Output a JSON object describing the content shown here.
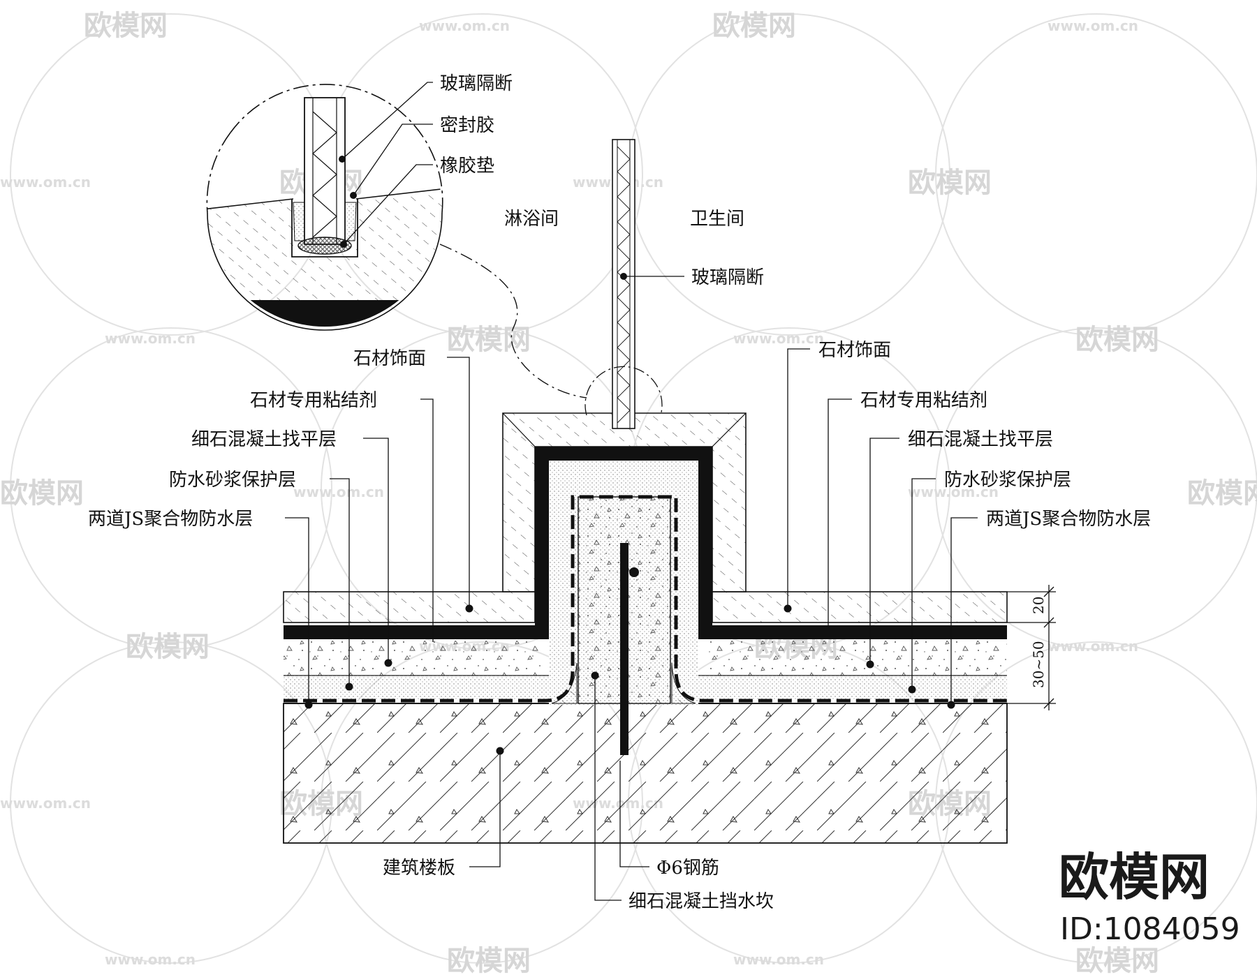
{
  "labels": {
    "glass_partition": "玻璃隔断",
    "sealant": "密封胶",
    "rubber_gasket": "橡胶垫",
    "shower_room": "淋浴间",
    "toilet_room": "卫生间",
    "stone_finish": "石材饰面",
    "stone_adhesive": "石材专用粘结剂",
    "fine_concrete_leveling": "细石混凝土找平层",
    "waterproof_mortar": "防水砂浆保护层",
    "js_waterproof": "两道JS聚合物防水层",
    "building_slab": "建筑楼板",
    "rebar": "Φ6钢筋",
    "water_curb": "细石混凝土挡水坎"
  },
  "dimensions": {
    "top_layer": "20",
    "middle_layers": "30~50"
  },
  "watermark": {
    "brand": "欧模网",
    "url": "www.om.cn",
    "id_text": "ID:1084059"
  },
  "colors": {
    "line": "#111111",
    "watermark": "#d6d6d6"
  }
}
